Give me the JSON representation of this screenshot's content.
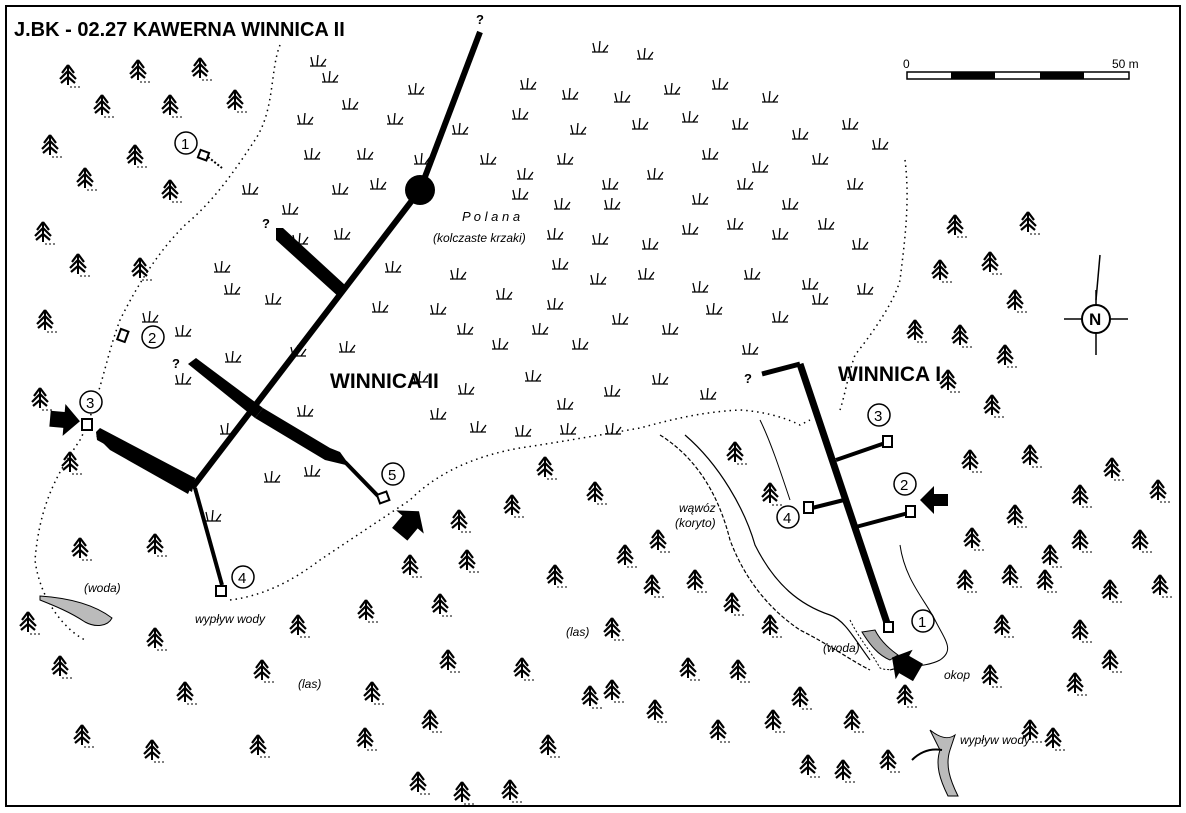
{
  "title": "J.BK - 02.27  KAWERNA WINNICA II",
  "scale": {
    "start": "0",
    "end": "50 m"
  },
  "north": "N",
  "labels": {
    "winnica2": "WINNICA II",
    "winnica1": "WINNICA I",
    "polana": "P o l a n a",
    "krzaki": "(kolczaste krzaki)",
    "woda_left": "(woda)",
    "wyplyw_left": "wypływ wody",
    "las_left": "(las)",
    "las_mid": "(las)",
    "wawoz": "wąwóz",
    "koryto": "(koryto)",
    "woda_right": "(woda)",
    "okop": "okop",
    "wyplyw_right": "wypływ wody"
  },
  "unknown_mark": "?",
  "w2_entrances": [
    "1",
    "2",
    "3",
    "4",
    "5"
  ],
  "w1_entrances": [
    "1",
    "2",
    "3",
    "4"
  ]
}
